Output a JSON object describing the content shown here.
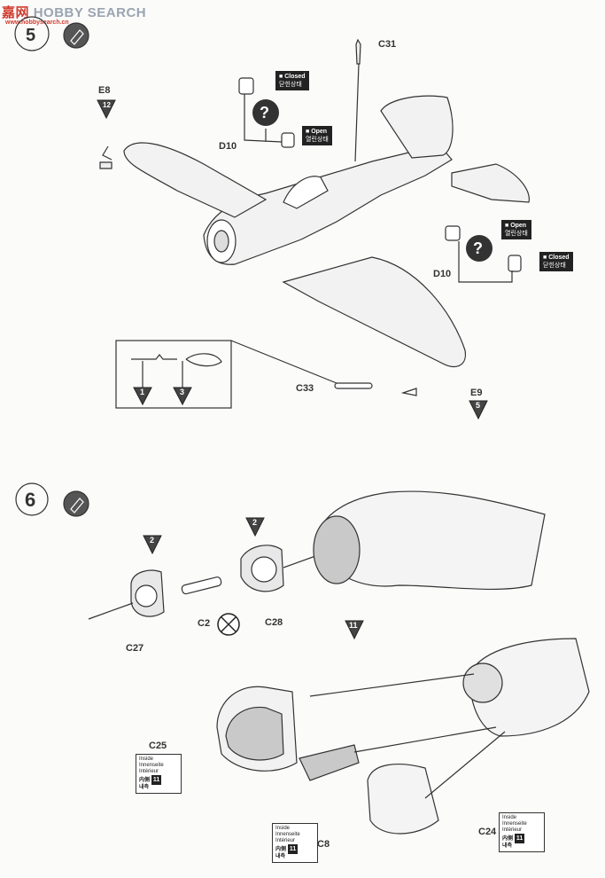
{
  "watermark": {
    "brand_cn": "嘉",
    "brand_cn2": "网",
    "brand_text": "HOBBY SEARCH",
    "site": "www.hobbysearch.cn"
  },
  "steps": [
    {
      "number": "5",
      "icon": "glue-icon"
    },
    {
      "number": "6",
      "icon": "glue-icon"
    }
  ],
  "step5": {
    "parts": {
      "c31": "C31",
      "e8": "E8",
      "d10_upper": "D10",
      "d10_lower": "D10",
      "c33": "C33",
      "e9": "E9"
    },
    "refs": {
      "e8": "12",
      "e9": "5",
      "inset_left": "1",
      "inset_right": "3"
    },
    "tags": {
      "closed_upper": {
        "en": "Closed",
        "kr": "닫힌상태"
      },
      "open_upper": {
        "en": "Open",
        "kr": "열린상태"
      },
      "open_lower": {
        "en": "Open",
        "kr": "열린상태"
      },
      "closed_lower": {
        "en": "Closed",
        "kr": "닫힌상태"
      }
    },
    "choice_mark": "?"
  },
  "step6": {
    "parts": {
      "c27": "C27",
      "c2": "C2",
      "c28": "C28",
      "c25": "C25",
      "c8": "C8",
      "c24": "C24"
    },
    "refs": {
      "c27": "2",
      "c28": "2",
      "cowl": "11"
    },
    "inside_legend": {
      "lines": [
        "Inside",
        "Innenseite",
        "Intérieur",
        "内側",
        "내측"
      ],
      "ref": "11"
    }
  }
}
